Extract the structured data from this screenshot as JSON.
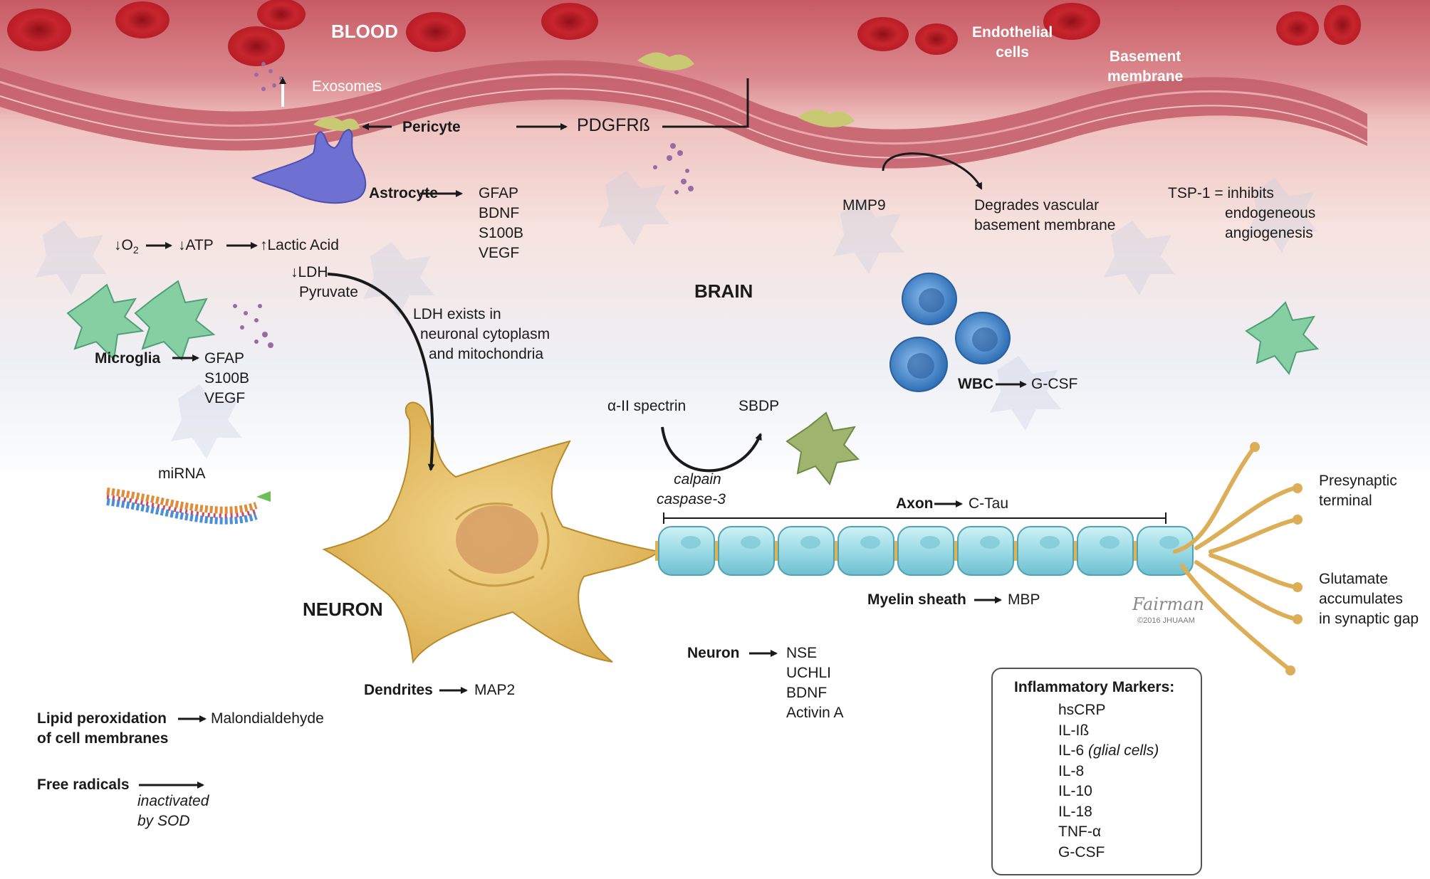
{
  "regions": {
    "blood": "BLOOD",
    "brain": "BRAIN",
    "neuron": "NEURON"
  },
  "vessel": {
    "endothelial": [
      "Endothelial",
      "cells"
    ],
    "basement": [
      "Basement",
      "membrane"
    ],
    "exosomes": "Exosomes"
  },
  "pericyte": {
    "label": "Pericyte",
    "pdgfr": "PDGFRß"
  },
  "astrocyte": {
    "label": "Astrocyte",
    "markers": [
      "GFAP",
      "BDNF",
      "S100B",
      "VEGF"
    ]
  },
  "metabolism": {
    "o2_prefix": "↓O",
    "o2_sub": "2",
    "atp": "↓ATP",
    "lactic": "↑Lactic Acid",
    "ldh": "↓LDH",
    "pyruvate": "Pyruvate",
    "ldh_note": [
      "LDH exists in",
      "neuronal cytoplasm",
      "and mitochondria"
    ]
  },
  "microglia": {
    "label": "Microglia",
    "markers": [
      "GFAP",
      "S100B",
      "VEGF"
    ]
  },
  "mmp9": {
    "label": "MMP9",
    "effect": [
      "Degrades vascular",
      "basement membrane"
    ]
  },
  "tsp1": [
    "TSP-1 = inhibits",
    "endogeneous",
    "angiogenesis"
  ],
  "wbc": {
    "label": "WBC",
    "marker": "G-CSF"
  },
  "spectrin": {
    "source": "α-II spectrin",
    "product": "SBDP",
    "enzymes": [
      "calpain",
      "caspase-3"
    ]
  },
  "mirna": "miRNA",
  "axon": {
    "label": "Axon",
    "marker": "C-Tau"
  },
  "myelin": {
    "label": "Myelin sheath",
    "marker": "MBP"
  },
  "presynaptic": [
    "Presynaptic",
    "terminal"
  ],
  "glutamate": [
    "Glutamate",
    "accumulates",
    "in synaptic gap"
  ],
  "signature": "Fairman",
  "copyright": "©2016 JHUAAM",
  "neuron_markers": {
    "label": "Neuron",
    "markers": [
      "NSE",
      "UCHLI",
      "BDNF",
      "Activin A"
    ]
  },
  "dendrites": {
    "label": "Dendrites",
    "marker": "MAP2"
  },
  "lipid": {
    "label": [
      "Lipid peroxidation",
      "of cell membranes"
    ],
    "product": "Malondialdehyde"
  },
  "free_radicals": {
    "label": "Free radicals",
    "note": [
      "inactivated",
      "by SOD"
    ]
  },
  "inflammatory": {
    "title": "Inflammatory Markers:",
    "items": [
      "hsCRP",
      "IL-Iß",
      "IL-6",
      "IL-8",
      "IL-10",
      "IL-18",
      "TNF-α",
      "G-CSF"
    ],
    "il6_note": "(glial cells)"
  },
  "colors": {
    "blood_top": "#c9555f",
    "blood_mid": "#e7a3a3",
    "rbc": "#c0222c",
    "astrocyte": "#6d6ed0",
    "microglia": "#79c79a",
    "wbc": "#3e7fc4",
    "neuron": "#e7c36a",
    "myelin": "#9fdde6",
    "node": "#d9ad45"
  }
}
